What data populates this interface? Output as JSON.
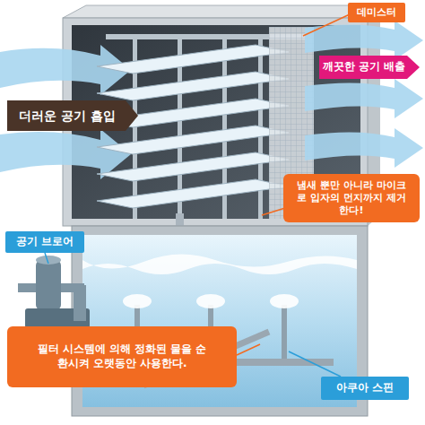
{
  "diagram": {
    "nodes": [
      {
        "text": [
          "데미스터"
        ]
      },
      {
        "text": [
          "깨끗한 공기 배출"
        ]
      },
      {
        "text": [
          "더러운 공기 흡입"
        ]
      },
      {
        "text": [
          "냄새 뿐만 아니라 마이크로 입자의 먼지까지 제거한다!"
        ]
      },
      {
        "text": [
          "공기 브로어"
        ]
      },
      {
        "text": [
          "필터 시스템에 의해 정화된 물을 순환시켜 오랫동안 사용한다."
        ]
      },
      {
        "text": [
          "아쿠아 스핀"
        ]
      }
    ]
  }
}
